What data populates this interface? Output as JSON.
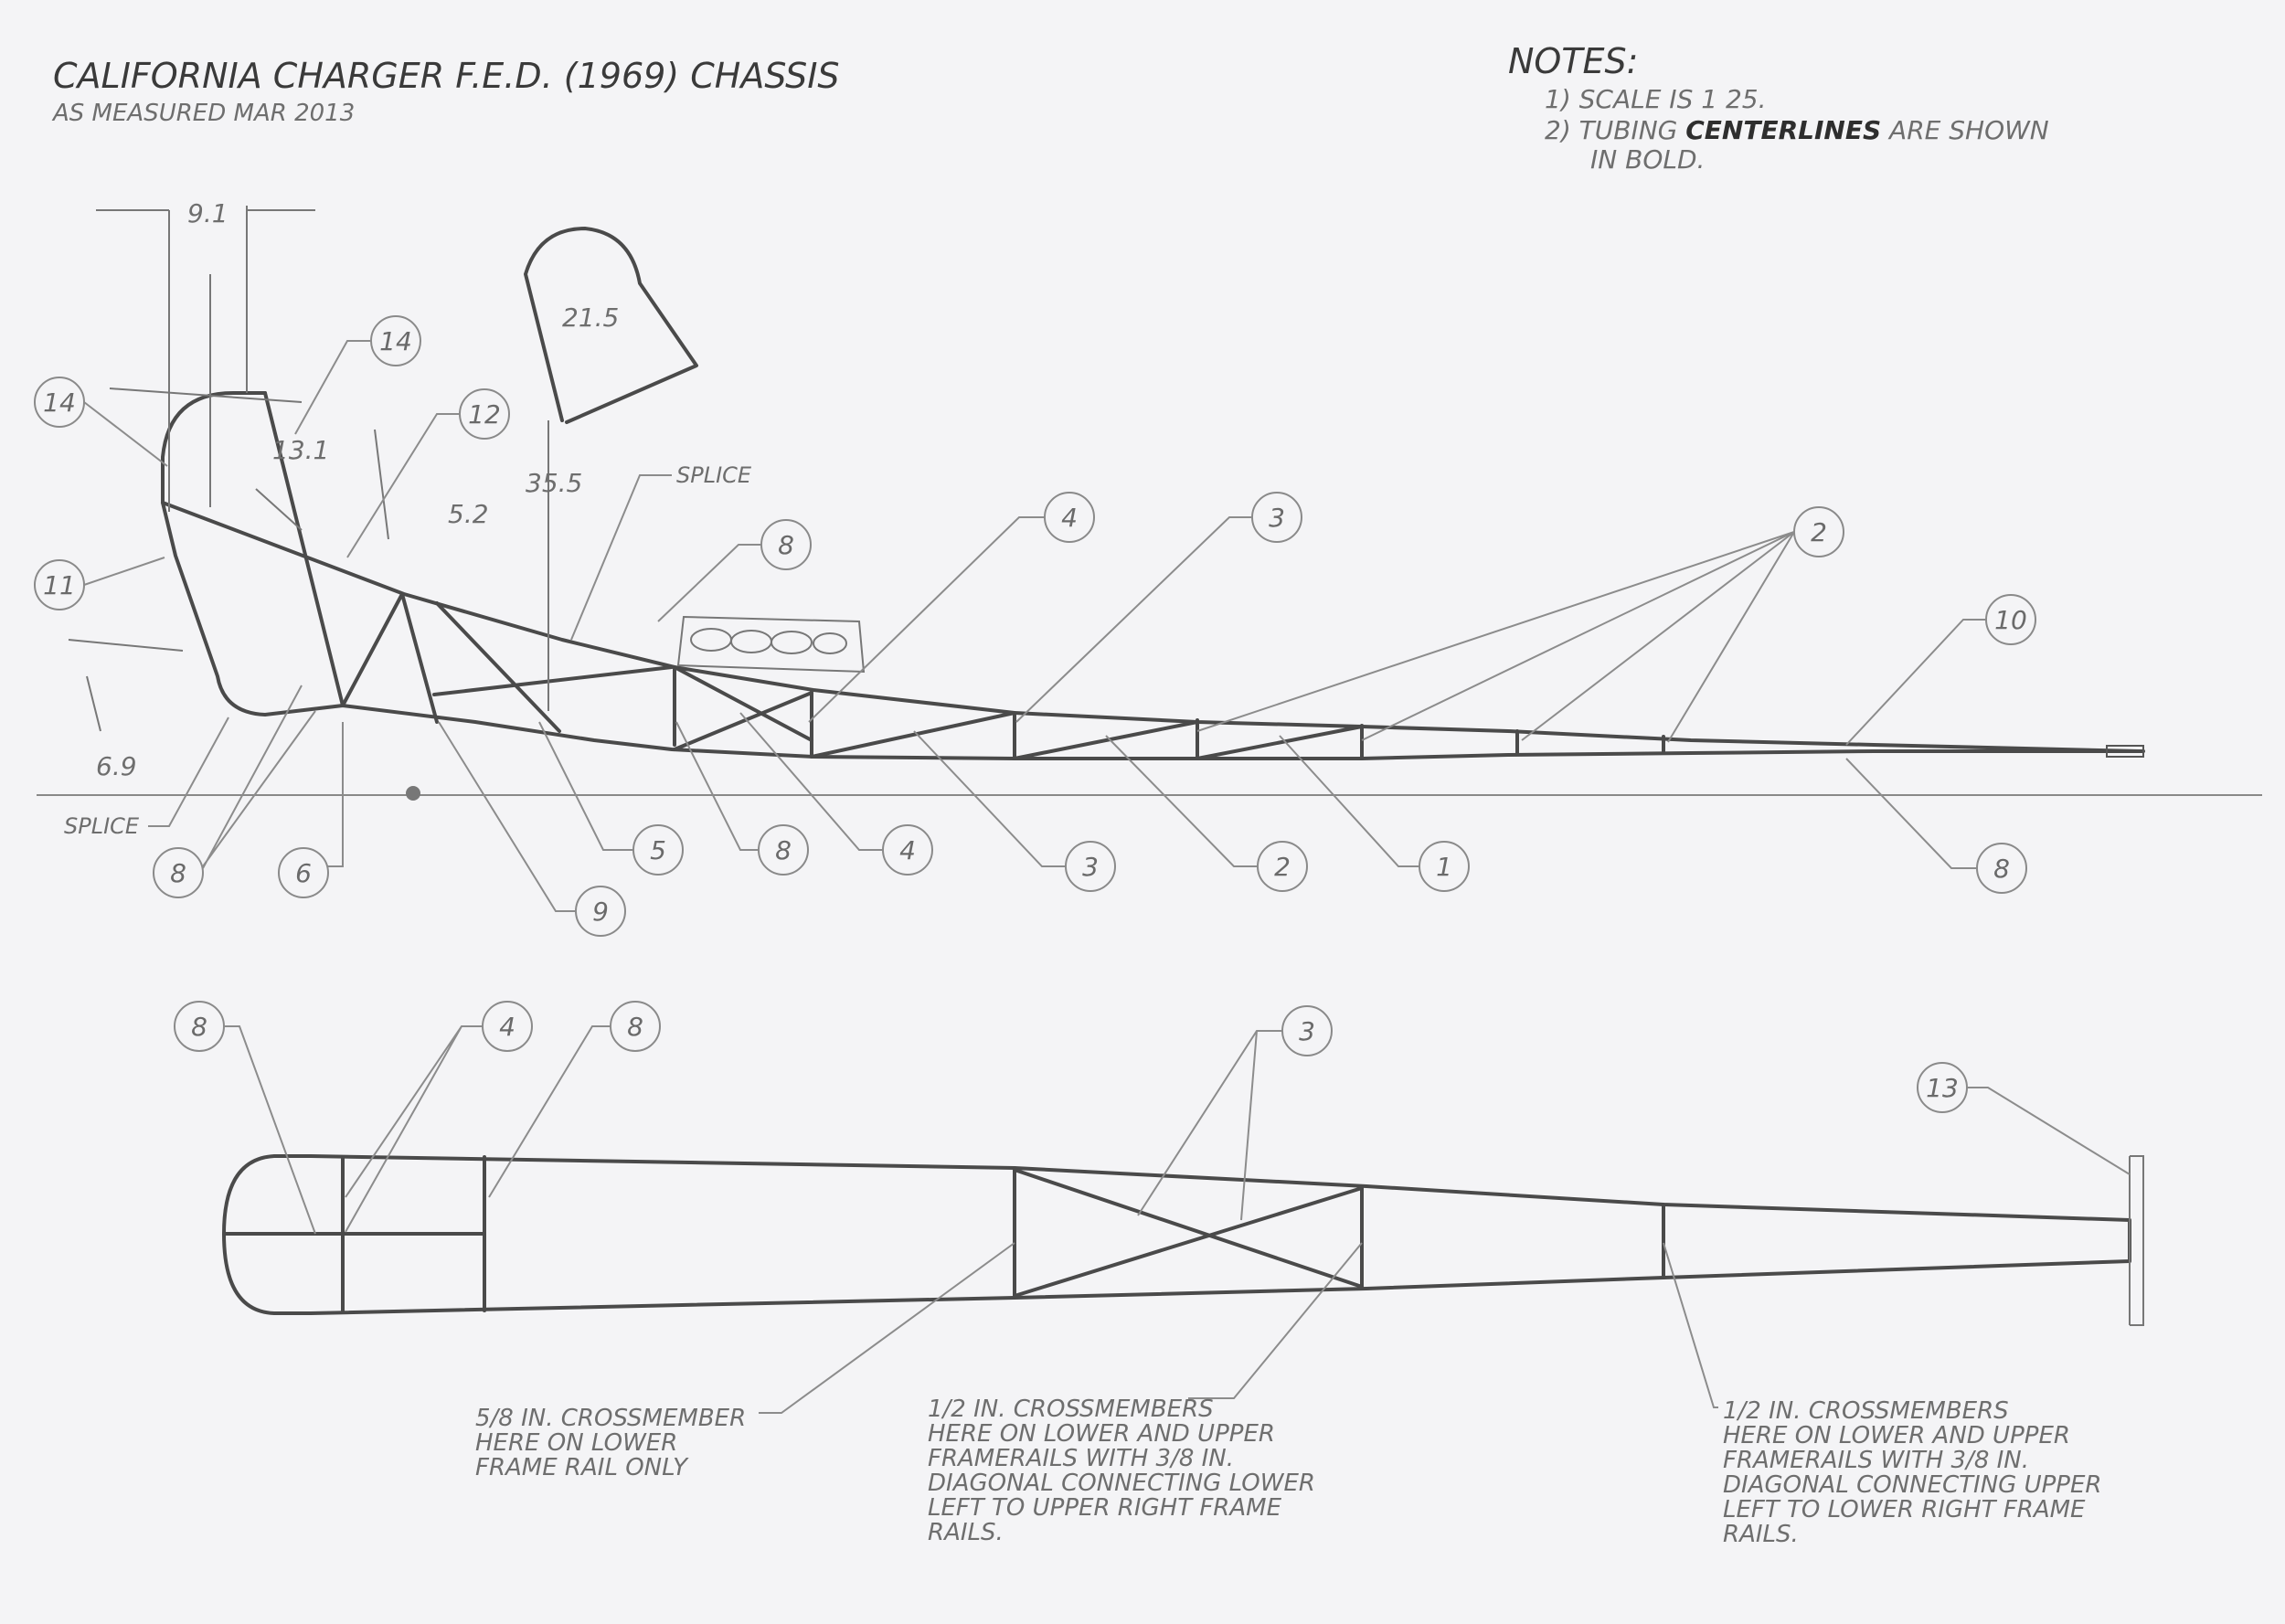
{
  "title": {
    "main": "CALIFORNIA CHARGER F.E.D. (1969) CHASSIS",
    "sub": "AS MEASURED MAR 2013"
  },
  "notes": {
    "heading": "NOTES:",
    "line1": "1) SCALE IS 1   25.",
    "line2_pre": "2) TUBING ",
    "line2_bold": "CENTERLINES",
    "line2_post": " ARE SHOWN",
    "line3": "IN BOLD."
  },
  "dimensions": {
    "d91": "9.1",
    "d215": "21.5",
    "d131": "13.1",
    "d52": "5.2",
    "d355": "35.5",
    "d69": "6.9",
    "splice_top": "SPLICE",
    "splice_left": "SPLICE"
  },
  "side_view_balloons": {
    "b14a": "14",
    "b14b": "14",
    "b12": "12",
    "b11": "11",
    "b8_top": "8",
    "b4_top": "4",
    "b3_top": "3",
    "b2_top": "2",
    "b10": "10",
    "b8_left": "8",
    "b6": "6",
    "b9": "9",
    "b5": "5",
    "b8_mid": "8",
    "b4_bot": "4",
    "b3_bot": "3",
    "b2_bot": "2",
    "b1": "1",
    "b8_right": "8"
  },
  "top_view_balloons": {
    "b8a": "8",
    "b4": "4",
    "b8b": "8",
    "b3": "3",
    "b13": "13"
  },
  "annotations": {
    "note_a": [
      "5/8 IN. CROSSMEMBER",
      "HERE ON LOWER",
      "FRAME RAIL ONLY"
    ],
    "note_b": [
      "1/2 IN. CROSSMEMBERS",
      "HERE ON LOWER AND UPPER",
      "FRAMERAILS WITH 3/8 IN.",
      "DIAGONAL CONNECTING LOWER",
      "LEFT TO UPPER RIGHT FRAME",
      "RAILS."
    ],
    "note_c": [
      "1/2 IN. CROSSMEMBERS",
      "HERE ON LOWER AND UPPER",
      "FRAMERAILS WITH 3/8 IN.",
      "DIAGONAL CONNECTING UPPER",
      "LEFT TO LOWER RIGHT FRAME",
      "RAILS."
    ]
  }
}
